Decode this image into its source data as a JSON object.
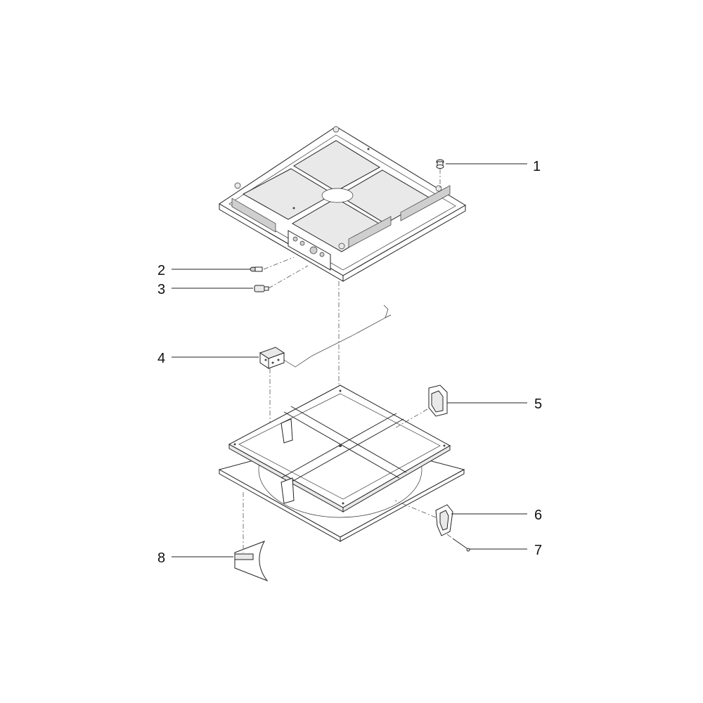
{
  "callouts": [
    {
      "id": 1,
      "label": "1"
    },
    {
      "id": 2,
      "label": "2"
    },
    {
      "id": 3,
      "label": "3"
    },
    {
      "id": 4,
      "label": "4"
    },
    {
      "id": 5,
      "label": "5"
    },
    {
      "id": 6,
      "label": "6"
    },
    {
      "id": 7,
      "label": "7"
    },
    {
      "id": 8,
      "label": "8"
    }
  ]
}
